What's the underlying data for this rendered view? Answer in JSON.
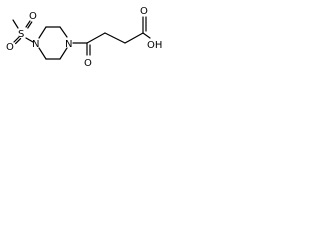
{
  "molecule": {
    "atoms": {
      "o_left": "O",
      "s": "S",
      "o_top": "O",
      "n_sulfonyl": "N",
      "n_amide": "N",
      "o_ketone": "O",
      "o_acid": "O",
      "oh_acid": "OH"
    }
  },
  "colors": {
    "ink": "#000000",
    "background": "#ffffff"
  }
}
